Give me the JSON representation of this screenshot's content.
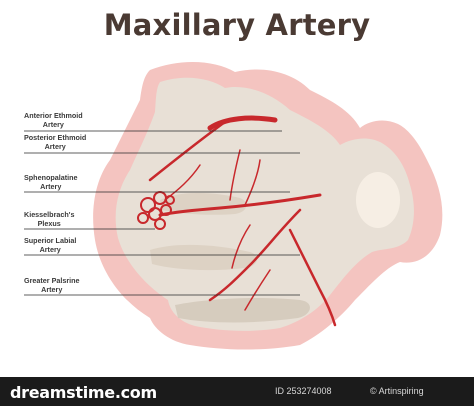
{
  "title": "Maxillary Artery",
  "labels": [
    {
      "line1": "Anterior Ethmoid",
      "line2": "Artery"
    },
    {
      "line1": "Posterior Ethmoid",
      "line2": "Artery"
    },
    {
      "line1": "Sphenopalatine",
      "line2": "Artery"
    },
    {
      "line1": "Kiesselbrach's",
      "line2": "Plexus"
    },
    {
      "line1": "Superior Labial",
      "line2": "Artery"
    },
    {
      "line1": "Greater Palsrine",
      "line2": "Artery"
    }
  ],
  "footer": {
    "logo": "dreamstime.com",
    "id": "ID 253274008",
    "author": "© Artinspiring"
  },
  "colors": {
    "skin": "#f4c4c0",
    "bone": "#e8e0d6",
    "artery": "#c8282c",
    "title": "#4a3a33"
  }
}
